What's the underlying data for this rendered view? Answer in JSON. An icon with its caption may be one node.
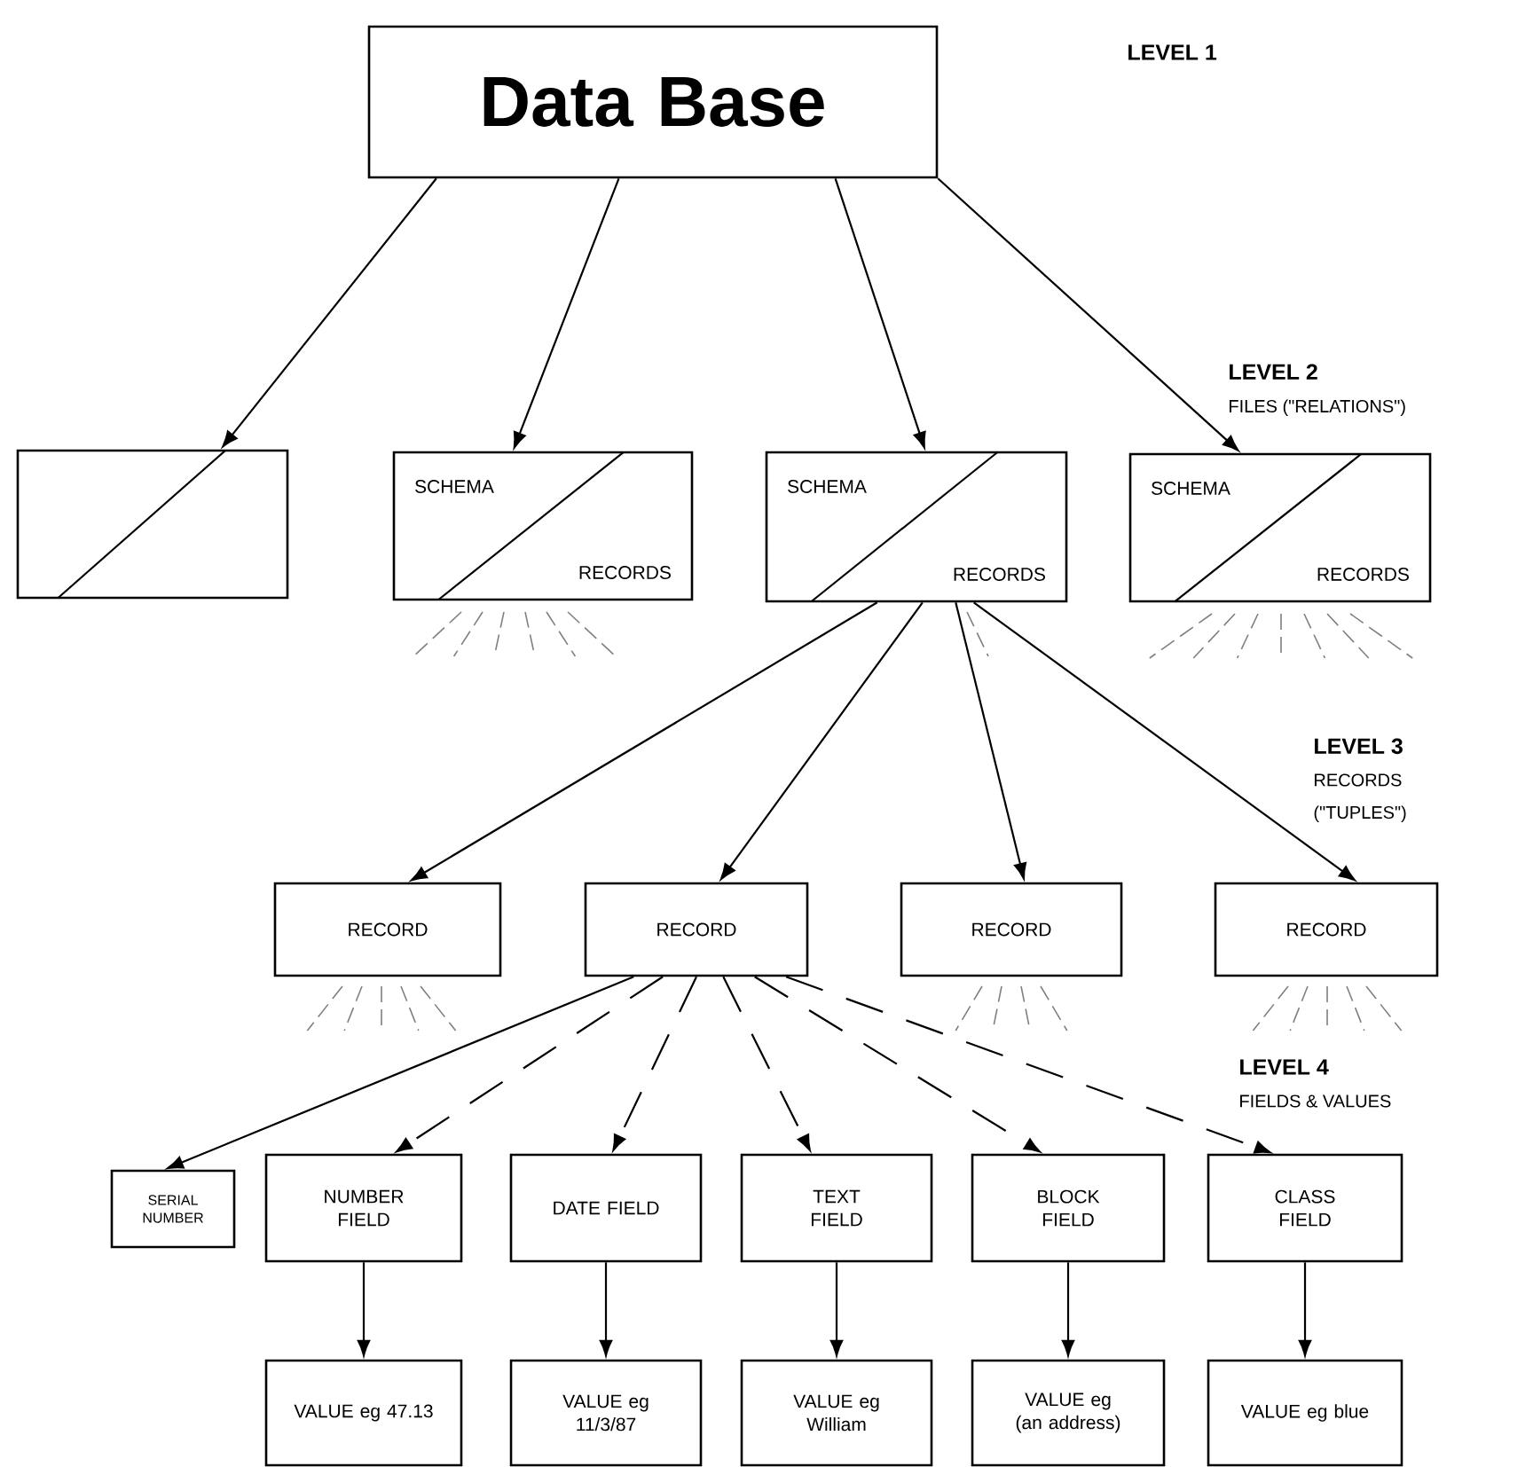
{
  "diagram": {
    "nodes": [
      {
        "text": [
          "Data Base"
        ]
      },
      {
        "text": [],
        "shape": "box"
      },
      {
        "text": [
          "SCHEMA",
          "RECORDS"
        ]
      },
      {
        "text": [
          "SCHEMA",
          "RECORDS"
        ]
      },
      {
        "text": [
          "SCHEMA",
          "RECORDS"
        ]
      },
      {
        "text": [
          "RECORD"
        ]
      },
      {
        "text": [
          "RECORD"
        ]
      },
      {
        "text": [
          "RECORD"
        ]
      },
      {
        "text": [
          "RECORD"
        ]
      },
      {
        "text": [
          "SERIAL NUMBER"
        ]
      },
      {
        "text": [
          "NUMBER FIELD"
        ]
      },
      {
        "text": [
          "DATE FIELD"
        ]
      },
      {
        "text": [
          "TEXT FIELD"
        ]
      },
      {
        "text": [
          "BLOCK FIELD"
        ]
      },
      {
        "text": [
          "CLASS FIELD"
        ]
      },
      {
        "text": [
          "VALUE eg 47.13"
        ]
      },
      {
        "text": [
          "VALUE eg 11/3/87"
        ]
      },
      {
        "text": [
          "VALUE eg William"
        ]
      },
      {
        "text": [
          "VALUE eg (an address)"
        ]
      },
      {
        "text": [
          "VALUE eg blue"
        ]
      }
    ],
    "edges": [
      {
        "from": 0,
        "to": 1,
        "arrow": "to"
      },
      {
        "from": 0,
        "to": 2,
        "arrow": "to"
      },
      {
        "from": 0,
        "to": 3,
        "arrow": "to"
      },
      {
        "from": 0,
        "to": 4,
        "arrow": "to"
      },
      {
        "from": 3,
        "to": 5,
        "arrow": "to"
      },
      {
        "from": 3,
        "to": 6,
        "arrow": "to"
      },
      {
        "from": 3,
        "to": 7,
        "arrow": "to"
      },
      {
        "from": 3,
        "to": 8,
        "arrow": "to"
      },
      {
        "from": 6,
        "to": 9,
        "arrow": "to"
      },
      {
        "from": 6,
        "to": 10,
        "arrow": "to",
        "style": "dashed"
      },
      {
        "from": 6,
        "to": 11,
        "arrow": "to",
        "style": "dashed"
      },
      {
        "from": 6,
        "to": 12,
        "arrow": "to",
        "style": "dashed"
      },
      {
        "from": 6,
        "to": 13,
        "arrow": "to",
        "style": "dashed"
      },
      {
        "from": 6,
        "to": 14,
        "arrow": "to",
        "style": "dashed"
      },
      {
        "from": 10,
        "to": 15,
        "arrow": "to"
      },
      {
        "from": 11,
        "to": 16,
        "arrow": "to"
      },
      {
        "from": 12,
        "to": 17,
        "arrow": "to"
      },
      {
        "from": 13,
        "to": 18,
        "arrow": "to"
      },
      {
        "from": 14,
        "to": 19,
        "arrow": "to"
      }
    ],
    "labels": [
      "LEVEL 1",
      "LEVEL 2",
      "FILES (\"RELATIONS\")",
      "LEVEL 3",
      "RECORDS",
      "(\"TUPLES\")",
      "LEVEL 4",
      "FIELDS & VALUES"
    ]
  }
}
